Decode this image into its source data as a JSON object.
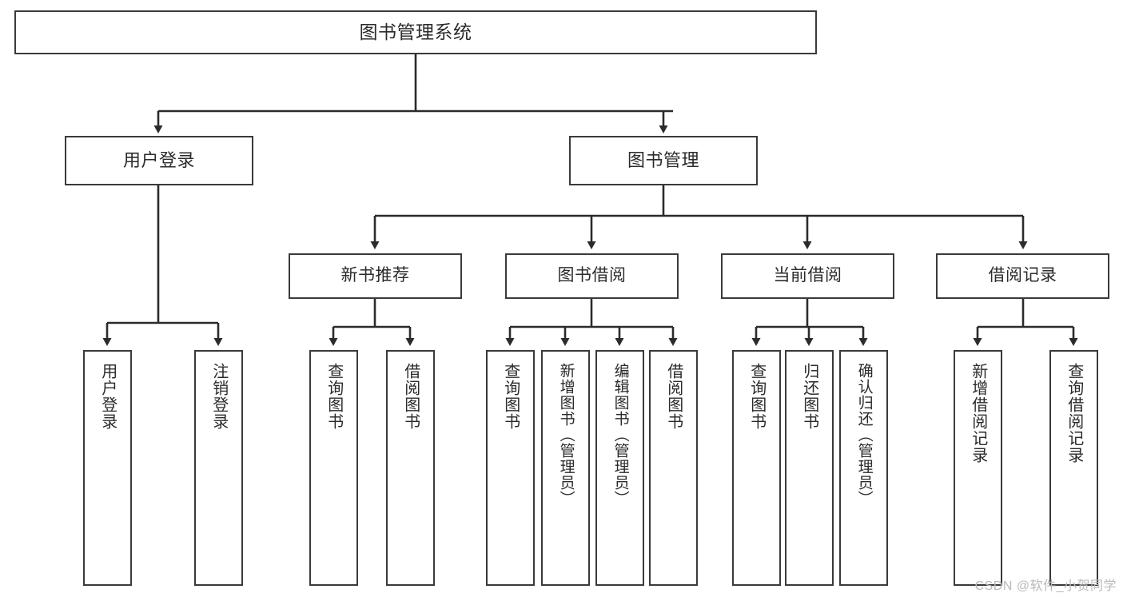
{
  "diagram": {
    "title": "图书管理系统",
    "type": "tree-hierarchy-diagram",
    "theme": {
      "background": "#ffffff",
      "box_border": "#3a3a3a",
      "box_fill": "#ffffff",
      "text": "#2b2b2b",
      "connector": "#2b2b2b",
      "watermark": "#b9b9b9"
    },
    "root": {
      "label": "图书管理系统"
    },
    "level1": [
      {
        "label": "用户登录"
      },
      {
        "label": "图书管理"
      }
    ],
    "level2": [
      {
        "label": "新书推荐"
      },
      {
        "label": "图书借阅"
      },
      {
        "label": "当前借阅"
      },
      {
        "label": "借阅记录"
      }
    ],
    "leaves": {
      "user_login": [
        {
          "label": "用户登录"
        },
        {
          "label": "注销登录"
        }
      ],
      "new_book_recommend": [
        {
          "label": "查询图书"
        },
        {
          "label": "借阅图书"
        }
      ],
      "book_borrow": [
        {
          "label": "查询图书"
        },
        {
          "label": "新增图书（管理员）"
        },
        {
          "label": "编辑图书（管理员）"
        },
        {
          "label": "借阅图书"
        }
      ],
      "current_borrow": [
        {
          "label": "查询图书"
        },
        {
          "label": "归还图书"
        },
        {
          "label": "确认归还（管理员）"
        }
      ],
      "borrow_record": [
        {
          "label": "新增借阅记录"
        },
        {
          "label": "查询借阅记录"
        }
      ]
    }
  },
  "watermark": {
    "text": "CSDN @软件_小贺同学"
  }
}
